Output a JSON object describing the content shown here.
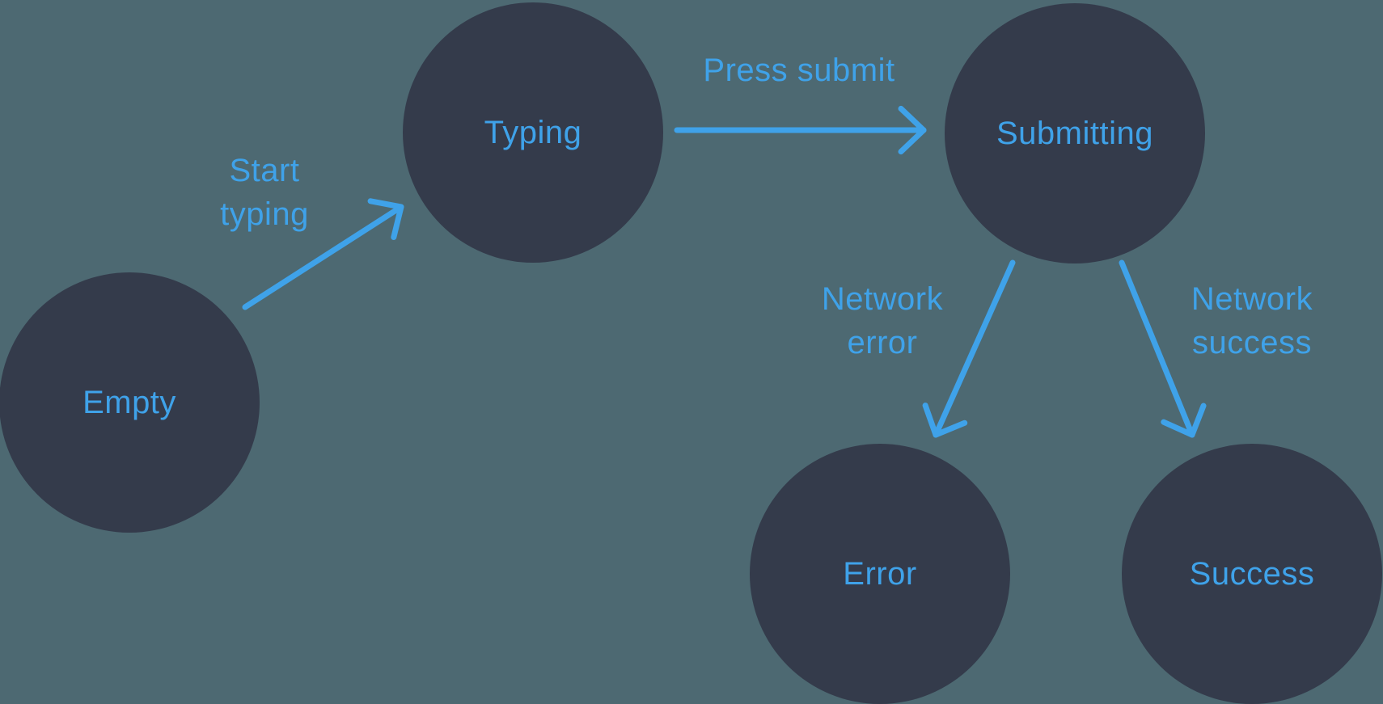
{
  "diagram": {
    "colors": {
      "background": "#4D6972",
      "node_fill": "#343B4B",
      "accent": "#3FA2E9"
    },
    "states": [
      {
        "id": "empty",
        "label": "Empty"
      },
      {
        "id": "typing",
        "label": "Typing"
      },
      {
        "id": "submitting",
        "label": "Submitting"
      },
      {
        "id": "error",
        "label": "Error"
      },
      {
        "id": "success",
        "label": "Success"
      }
    ],
    "transitions": [
      {
        "id": "start-typing",
        "from": "empty",
        "to": "typing",
        "label": "Start typing",
        "label_lines": [
          "Start",
          "typing"
        ]
      },
      {
        "id": "press-submit",
        "from": "typing",
        "to": "submitting",
        "label": "Press submit",
        "label_lines": [
          "Press submit"
        ]
      },
      {
        "id": "network-error",
        "from": "submitting",
        "to": "error",
        "label": "Network error",
        "label_lines": [
          "Network",
          "error"
        ]
      },
      {
        "id": "network-success",
        "from": "submitting",
        "to": "success",
        "label": "Network success",
        "label_lines": [
          "Network",
          "success"
        ]
      }
    ]
  }
}
